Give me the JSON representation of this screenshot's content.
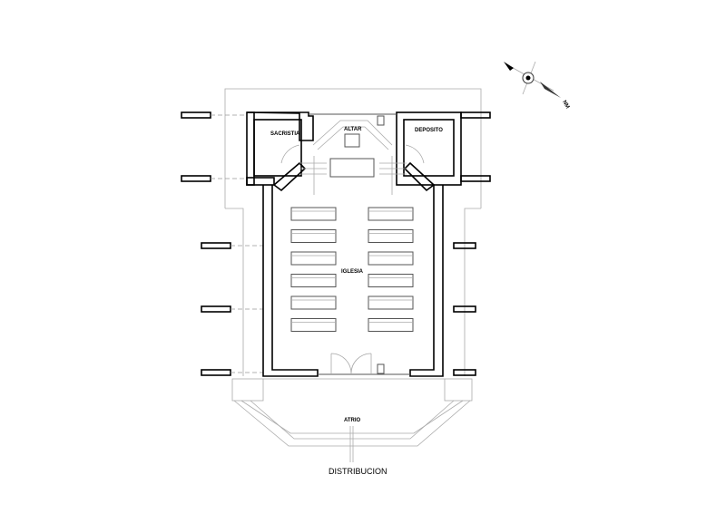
{
  "plan": {
    "title": "DISTRIBUCION",
    "rooms": {
      "sacristia": "SACRISTIA",
      "altar": "ALTAR",
      "deposito": "DEPOSITO",
      "iglesia": "IGLESIA",
      "atrio": "ATRIO"
    },
    "north_label": "NM",
    "pew_rows": 6
  }
}
